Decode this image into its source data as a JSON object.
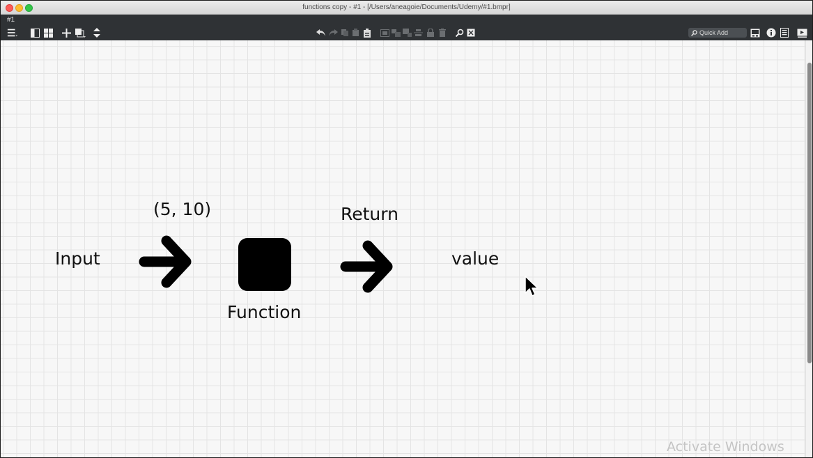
{
  "window": {
    "title": "functions copy - #1 - [/Users/aneagoie/Documents/Udemy/#1.bmpr]"
  },
  "tabs": [
    {
      "label": "#1"
    }
  ],
  "toolbar": {
    "left_icons": [
      "menu-icon",
      "single-pane-icon",
      "grid-view-icon",
      "add-icon",
      "duplicate-icon",
      "sort-icon"
    ],
    "center_icons": [
      "undo-icon",
      "redo-icon",
      "copy-icon",
      "paste-icon",
      "clipboard-icon",
      "group-icon",
      "ungroup-icon",
      "bring-front-icon",
      "align-icon",
      "lock-icon",
      "trash-icon",
      "zoom-icon",
      "fit-icon"
    ],
    "right_icons": [
      "media-icon",
      "info-icon",
      "properties-icon",
      "presentation-icon"
    ],
    "quick_add_placeholder": "Quick Add"
  },
  "canvas": {
    "input_label": "Input",
    "args_label": "(5, 10)",
    "function_label": "Function",
    "return_label": "Return",
    "value_label": "value"
  },
  "overlay": {
    "watermark": "Activate Windows"
  },
  "colors": {
    "titlebar": "#dcdcdc",
    "toolbar": "#2f3235",
    "canvas": "#f7f7f7",
    "grid": "#e4e4e4",
    "ink": "#000000"
  }
}
